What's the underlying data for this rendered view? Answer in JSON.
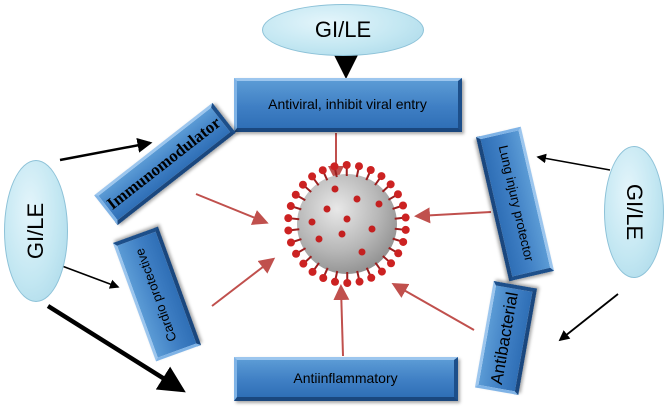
{
  "ellipses": {
    "top": "GI/LE",
    "left": "GI/LE",
    "right": "GI/LE"
  },
  "boxes": {
    "antiviral": "Antiviral, inhibit viral entry",
    "immunomodulator": "Immunomodulator",
    "cardio": "Cardio protective",
    "lung": "Lung injury protector",
    "antibacterial": "Antibacterial",
    "antiinflammatory": "Antiinflammatory"
  },
  "colors": {
    "box_fill": "#3f7fc4",
    "ellipse_fill": "#c3e7f2",
    "effect_arrow": "#c0504d",
    "black_arrow": "#000000",
    "virus_body": "#b9b9b9",
    "virus_spike": "#cc2222"
  }
}
